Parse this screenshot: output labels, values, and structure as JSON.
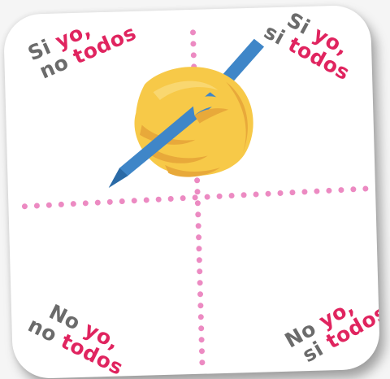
{
  "quadrants": {
    "top_left": {
      "line1_a": "Si",
      "line1_b": "yo,",
      "line2_a": "no",
      "line2_b": "todos"
    },
    "top_right": {
      "line1_a": "Si",
      "line1_b": "yo,",
      "line2_a": "si",
      "line2_b": "todos"
    },
    "bottom_left": {
      "line1_a": "No",
      "line1_b": "yo,",
      "line2_a": "no",
      "line2_b": "todos"
    },
    "bottom_right": {
      "line1_a": "No",
      "line1_b": "yo,",
      "line2_a": "si",
      "line2_b": "todos"
    }
  },
  "colors": {
    "grey_text": "#6b6b6b",
    "magenta_text": "#e0245f",
    "dotted_axes": "#ec8ac2",
    "hand_fill": "#f7c948",
    "hand_shadow": "#e8a93a",
    "pen_blue": "#3f86c8"
  },
  "icons": {
    "center": "writing-hand-icon"
  }
}
